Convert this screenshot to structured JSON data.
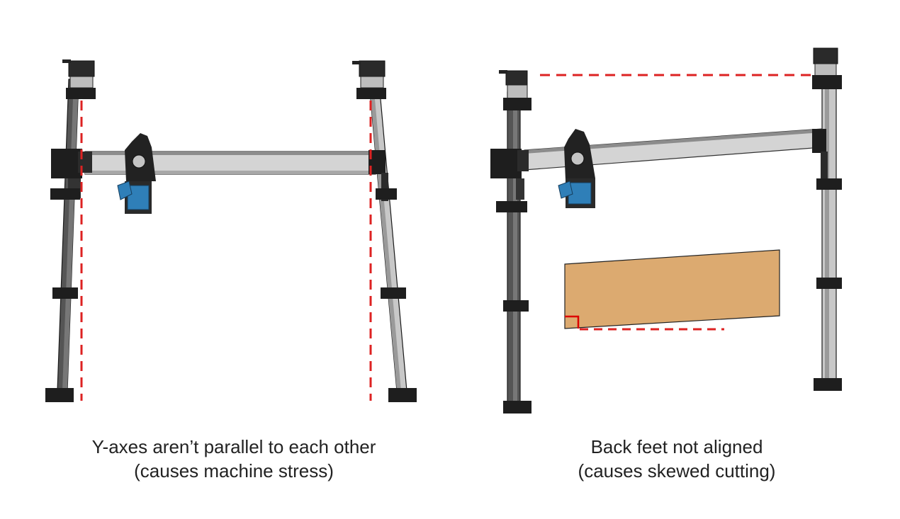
{
  "panels": [
    {
      "id": "not-parallel",
      "caption_line1": "Y-axes aren’t parallel to each other",
      "caption_line2": "(causes machine stress)"
    },
    {
      "id": "feet-misaligned",
      "caption_line1": "Back feet not aligned",
      "caption_line2": "(causes skewed cutting)"
    }
  ],
  "colors": {
    "guide_line": "#dd2222",
    "rail_dark": "#555555",
    "rail_light": "#c8c8c8",
    "gantry_beam": "#d4d4d4",
    "hardware": "#1e1e1e",
    "motor_blue": "#2f7fb8",
    "workpiece": "#dcaa70",
    "square_marker": "#dd0000"
  }
}
